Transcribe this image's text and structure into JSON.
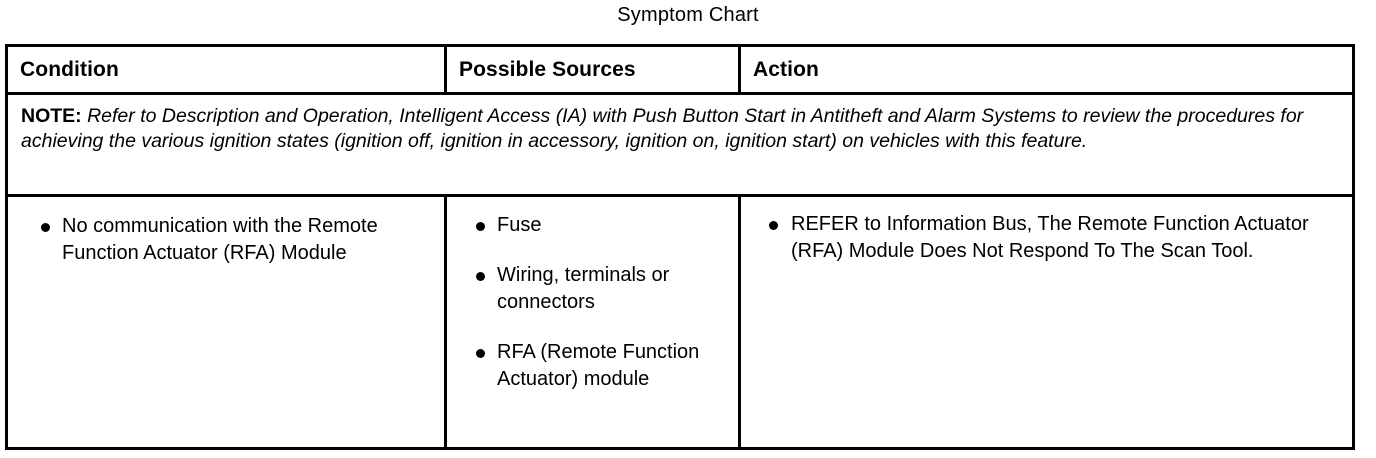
{
  "title": "Symptom Chart",
  "table": {
    "headers": {
      "condition": "Condition",
      "possible_sources": "Possible Sources",
      "action": "Action"
    },
    "note": {
      "label": "NOTE:",
      "text": " Refer to Description and Operation, Intelligent Access (IA) with Push Button Start in Antitheft and Alarm Systems to review  the procedures for achieving the various ignition states (ignition off, ignition in accessory, ignition on, ignition start) on vehicles with this feature."
    },
    "rows": [
      {
        "condition": [
          "No communication with the Remote Function Actuator (RFA) Module"
        ],
        "possible_sources": [
          "Fuse",
          "Wiring, terminals or connectors",
          "RFA (Remote Function Actuator) module"
        ],
        "action": [
          "REFER to Information Bus, The Remote Function Actuator (RFA) Module Does Not Respond To The Scan Tool."
        ]
      }
    ]
  }
}
